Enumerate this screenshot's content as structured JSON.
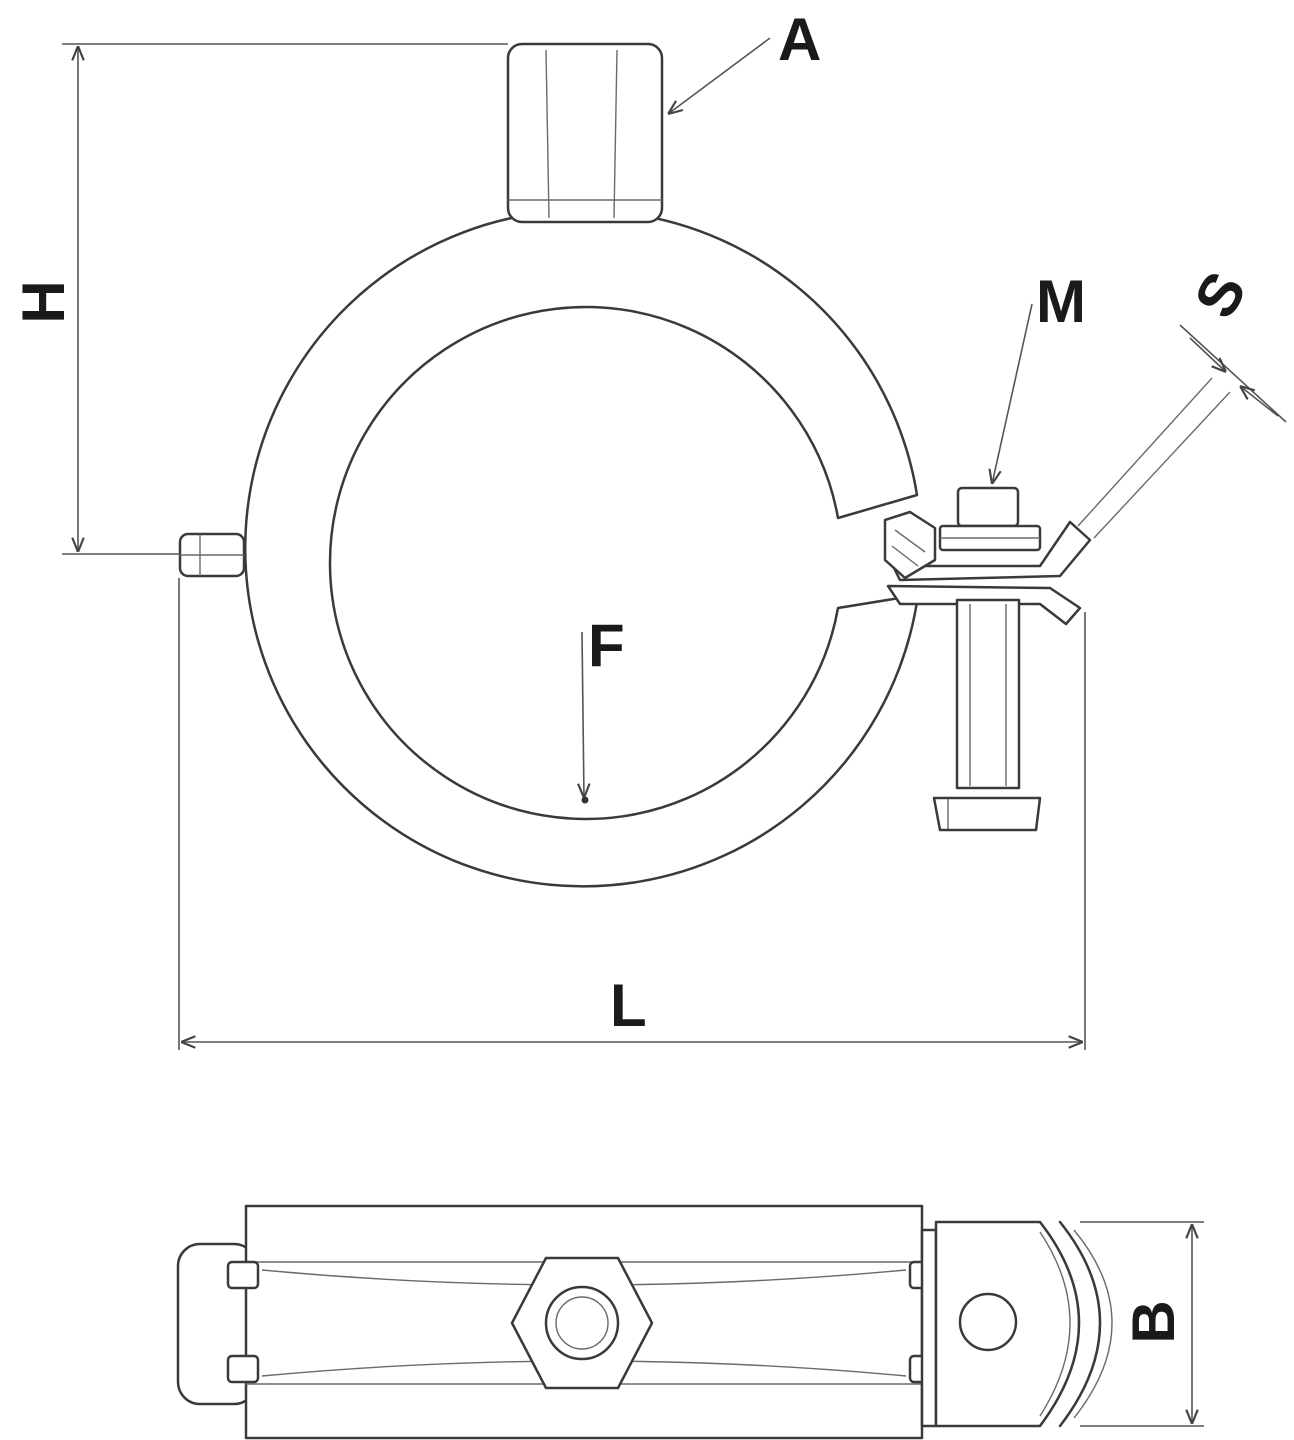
{
  "labels": {
    "A": "A",
    "H": "H",
    "M": "M",
    "S": "S",
    "F": "F",
    "L": "L",
    "B": "B"
  }
}
